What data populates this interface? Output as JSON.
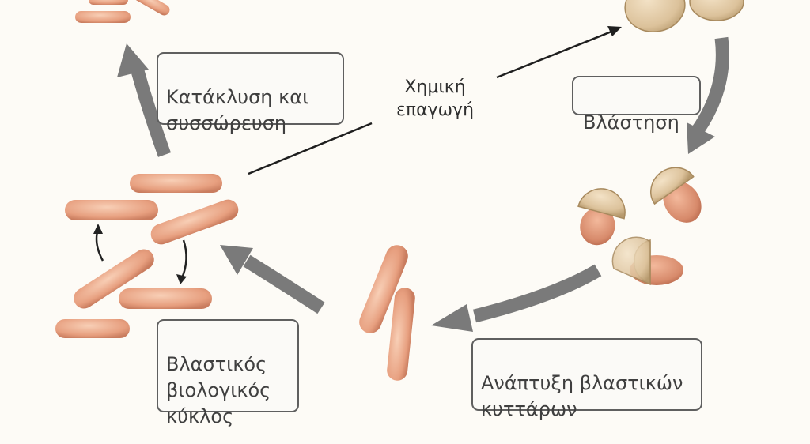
{
  "labels": {
    "flooding": "Κατάκλυση και\nσυσσώρευση",
    "chemical_induction": "Χημική\nεπαγωγή",
    "germination": "Βλάστηση",
    "vegetative_cycle": "Βλαστικός\nβιολογικός\nκύκλος",
    "vegetative_growth": "Ανάπτυξη βλαστικών\nκυττάρων"
  },
  "colors": {
    "cell_fill": "#e79f7f",
    "cell_highlight": "#f7c9ae",
    "spore_coat": "#dcc29b",
    "spore_body": "#d78a6b",
    "arrow_gray": "#7a7a7a",
    "box_border": "#5f5f5f",
    "text": "#3f3f3f"
  }
}
